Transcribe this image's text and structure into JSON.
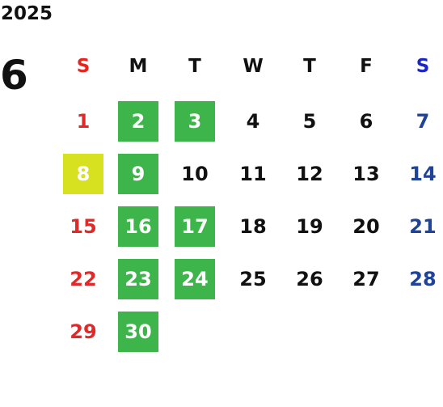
{
  "calendar": {
    "year": "2025",
    "month": "6",
    "weekday_headers": [
      "S",
      "M",
      "T",
      "W",
      "T",
      "F",
      "S"
    ],
    "colors": {
      "sunday_header": "#e8241c",
      "weekday_header": "#111111",
      "saturday_header": "#1a26c8",
      "sunday_date": "#e02a2a",
      "weekday_date": "#111111",
      "saturday_date": "#1f4396",
      "highlight_green": "#3db54a",
      "highlight_yellow": "#d8e11f",
      "highlight_text": "#ffffff"
    },
    "weeks": [
      [
        {
          "day": "1",
          "highlight": "none"
        },
        {
          "day": "2",
          "highlight": "green"
        },
        {
          "day": "3",
          "highlight": "green"
        },
        {
          "day": "4",
          "highlight": "none"
        },
        {
          "day": "5",
          "highlight": "none"
        },
        {
          "day": "6",
          "highlight": "none"
        },
        {
          "day": "7",
          "highlight": "none"
        }
      ],
      [
        {
          "day": "8",
          "highlight": "yellow"
        },
        {
          "day": "9",
          "highlight": "green"
        },
        {
          "day": "10",
          "highlight": "none"
        },
        {
          "day": "11",
          "highlight": "none"
        },
        {
          "day": "12",
          "highlight": "none"
        },
        {
          "day": "13",
          "highlight": "none"
        },
        {
          "day": "14",
          "highlight": "none"
        }
      ],
      [
        {
          "day": "15",
          "highlight": "none"
        },
        {
          "day": "16",
          "highlight": "green"
        },
        {
          "day": "17",
          "highlight": "green"
        },
        {
          "day": "18",
          "highlight": "none"
        },
        {
          "day": "19",
          "highlight": "none"
        },
        {
          "day": "20",
          "highlight": "none"
        },
        {
          "day": "21",
          "highlight": "none"
        }
      ],
      [
        {
          "day": "22",
          "highlight": "none"
        },
        {
          "day": "23",
          "highlight": "green"
        },
        {
          "day": "24",
          "highlight": "green"
        },
        {
          "day": "25",
          "highlight": "none"
        },
        {
          "day": "26",
          "highlight": "none"
        },
        {
          "day": "27",
          "highlight": "none"
        },
        {
          "day": "28",
          "highlight": "none"
        }
      ],
      [
        {
          "day": "29",
          "highlight": "none"
        },
        {
          "day": "30",
          "highlight": "green"
        },
        null,
        null,
        null,
        null,
        null
      ]
    ]
  }
}
